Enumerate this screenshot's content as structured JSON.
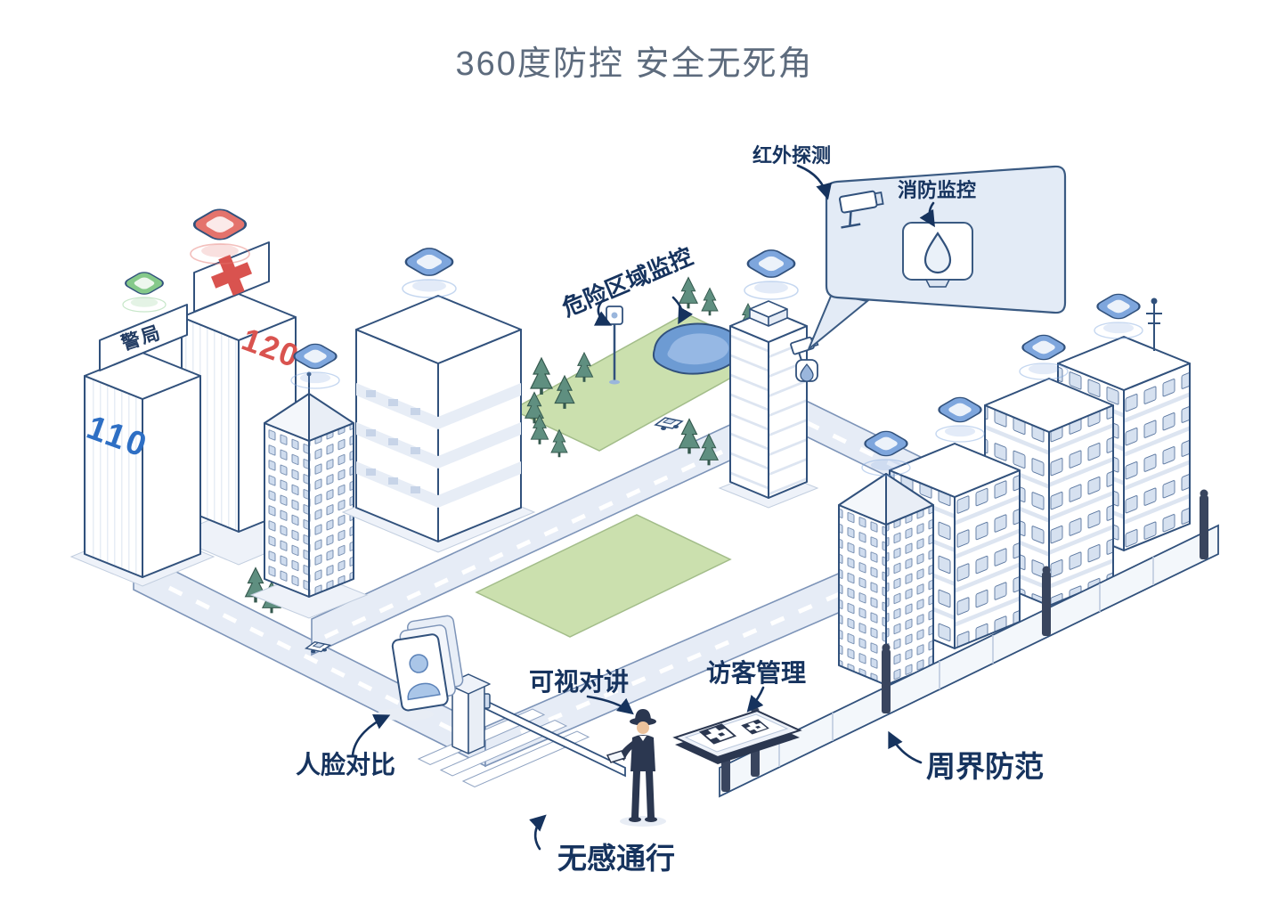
{
  "title": "360度防控 安全无死角",
  "diagram": {
    "annotations": {
      "infrared_detection": "红外探测",
      "fire_monitoring": "消防监控",
      "danger_zone_monitoring": "危险区域监控",
      "face_comparison": "人脸对比",
      "video_intercom": "可视对讲",
      "visitor_management": "访客管理",
      "perimeter_protection": "周界防范",
      "seamless_access": "无感通行"
    },
    "buildings": {
      "police_roof_sign": "警局",
      "police_wall_number": "110",
      "hospital_wall_number": "120"
    },
    "icons": {
      "smart_node": "floating rounded-square IoT node with ripple",
      "cctv_camera": "surveillance camera",
      "water_drop": "fire-protection water drop",
      "qr_code": "visitor QR pass",
      "face_card": "face ID card stack",
      "antenna": "rooftop antenna"
    },
    "colors": {
      "outline": "#31517c",
      "label_text": "#16335e",
      "title_text": "#5d6b7d",
      "node_blue": "#7ea6dd",
      "node_red": "#e4736c",
      "node_green": "#85c98a",
      "pond_blue": "#6d9bd3",
      "grass_green": "#cbe0ae",
      "emergency_red": "#d9534f",
      "police_blue": "#2e6fc4"
    }
  }
}
